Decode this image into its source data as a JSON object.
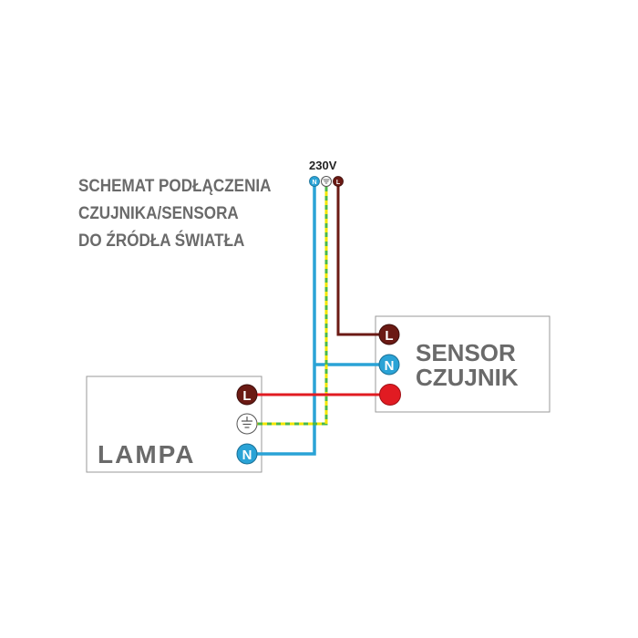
{
  "title_lines": [
    "SCHEMAT PODŁĄCZENIA",
    "CZUJNIKA/SENSORA",
    "DO ŹRÓDŁA ŚWIATŁA"
  ],
  "supply": {
    "voltage": "230V",
    "terminals": {
      "neutral": "N",
      "live": "L"
    }
  },
  "sensor": {
    "line1": "SENSOR",
    "line2": "CZUJNIK",
    "terminals": {
      "live": "L",
      "neutral": "N"
    }
  },
  "lamp": {
    "label": "LAMPA",
    "terminals": {
      "live": "L",
      "neutral": "N"
    }
  },
  "colors": {
    "live_wire": "#6b1a14",
    "neutral_wire": "#2aa3d6",
    "switched_wire": "#e11b22",
    "earth_wire_a": "#f2e600",
    "earth_wire_b": "#4cb848",
    "box_border": "#9a9a9a",
    "text_gray": "#6a6a6a"
  }
}
